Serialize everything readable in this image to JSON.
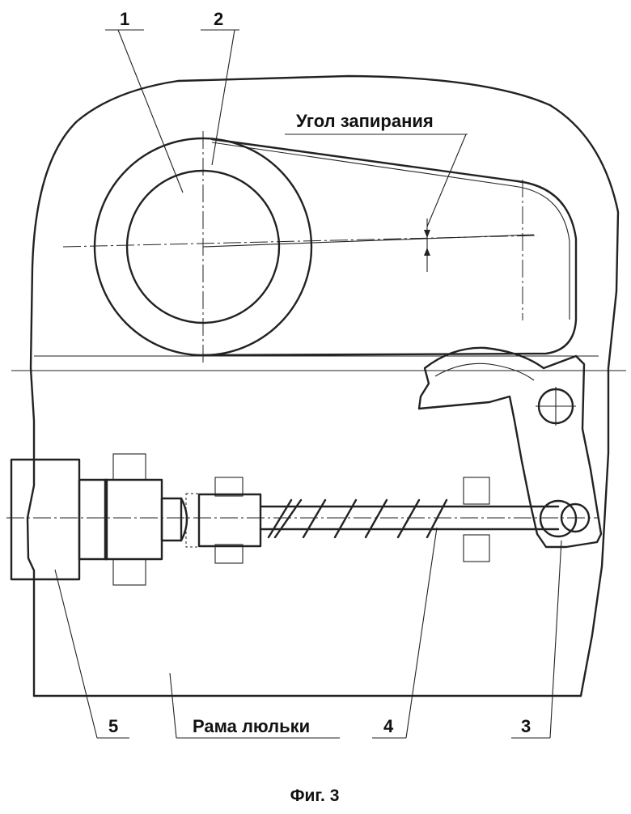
{
  "labels": {
    "part_1": "1",
    "part_2": "2",
    "part_3": "3",
    "part_4": "4",
    "part_5": "5",
    "locking_angle": "Угол запирания",
    "cradle_frame": "Рама люльки"
  },
  "caption": "Фиг. 3"
}
